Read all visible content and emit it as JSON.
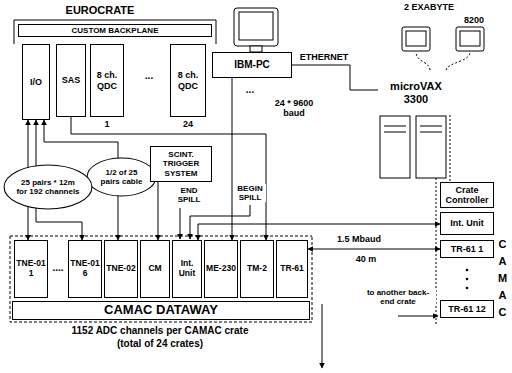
{
  "diagram": {
    "nodes": [
      {
        "text": [
          "CUSTOM BACKPLANE"
        ]
      },
      {
        "text": [
          "I/O"
        ]
      },
      {
        "text": [
          "SAS"
        ]
      },
      {
        "text": [
          "8 ch. QDC"
        ]
      },
      {
        "text": [
          "8 ch. QDC"
        ]
      },
      {
        "text": [
          "IBM-PC"
        ]
      },
      {
        "text": [
          "microVAX 3300"
        ]
      },
      {
        "text": [
          "1/2 of 25 pairs cable"
        ]
      },
      {
        "text": [
          "25 pairs * 12m for 192 channels"
        ]
      },
      {
        "text": [
          "SCINT. TRIGGER SYSTEM"
        ]
      },
      {
        "text": [
          "TNE-01 1"
        ]
      },
      {
        "text": [
          "TNE-01 6"
        ]
      },
      {
        "text": [
          "TNE-02"
        ]
      },
      {
        "text": [
          "CM"
        ]
      },
      {
        "text": [
          "Int. Unit"
        ]
      },
      {
        "text": [
          "ME-230"
        ]
      },
      {
        "text": [
          "TM-2"
        ]
      },
      {
        "text": [
          "TR-61"
        ]
      },
      {
        "text": [
          "CAMAC DATAWAY"
        ]
      },
      {
        "text": [
          "Crate Controller"
        ]
      },
      {
        "text": [
          "Int. Unit"
        ]
      },
      {
        "text": [
          "TR-61 1"
        ]
      },
      {
        "text": [
          "TR-61 12"
        ]
      }
    ],
    "edges": [
      {
        "from": 1,
        "to": 10,
        "arrow": "both"
      },
      {
        "from": 1,
        "to": 11,
        "arrow": "both"
      },
      {
        "from": 1,
        "to": 12,
        "arrow": "both"
      },
      {
        "from": 2,
        "to": 16,
        "arrow": "to"
      },
      {
        "from": 9,
        "to": 13,
        "arrow": "to"
      },
      {
        "from": 5,
        "to": 15,
        "label": "24 * 9600 baud",
        "arrow": "to"
      },
      {
        "from": 5,
        "to": 6,
        "label": "ETHERNET",
        "arrow": "none"
      },
      {
        "from": 6,
        "to": 19,
        "arrow": "none"
      },
      {
        "from": 17,
        "to": 21,
        "label": "1.5 Mbaud",
        "arrow": "both"
      },
      {
        "from": 14,
        "to": 20,
        "arrow": "both"
      }
    ],
    "labels": [
      "EUROCRATE",
      "...",
      "1",
      "24",
      "...",
      "2 EXABYTE",
      "8200",
      "END SPILL",
      "BEGIN SPILL",
      "....",
      "40 m",
      "CAMAC",
      "to another back-end crate",
      "1152 ADC channels per CAMAC crate",
      "(total of 24 crates)"
    ]
  }
}
